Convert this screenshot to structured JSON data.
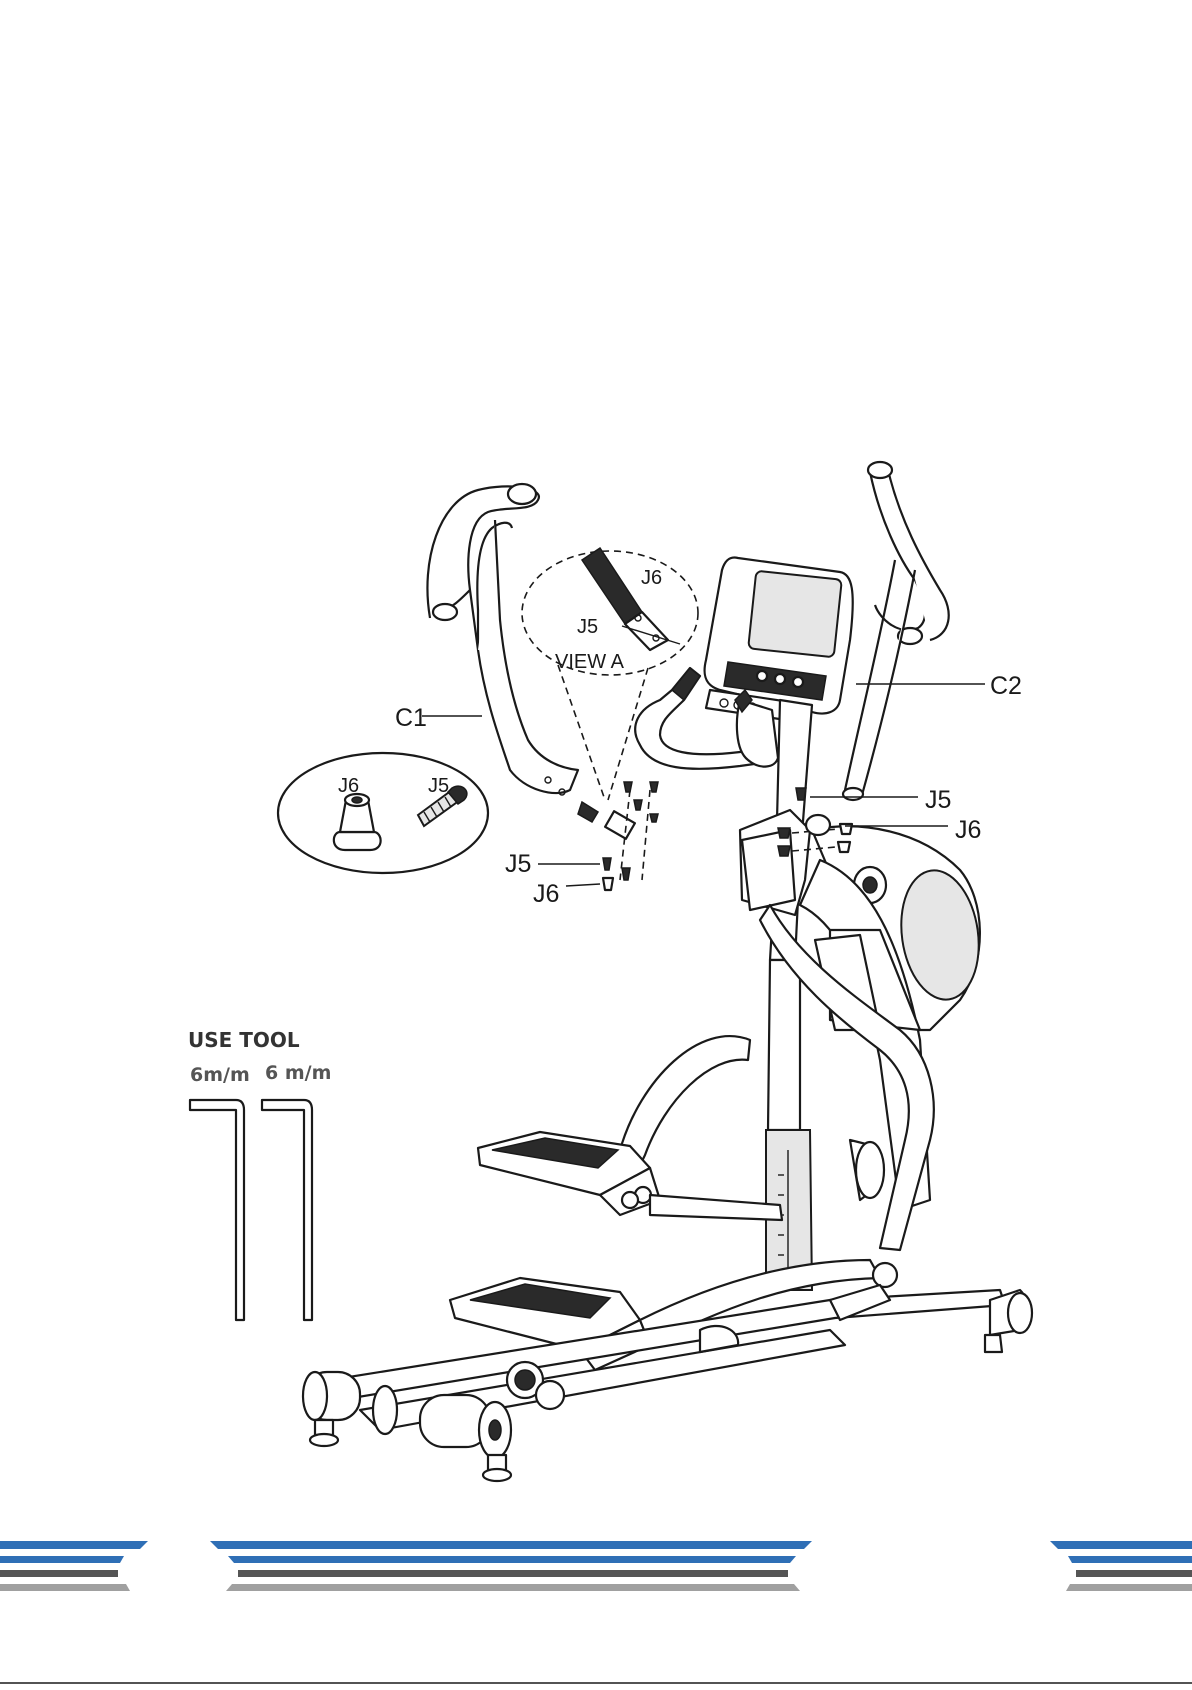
{
  "callouts": {
    "c1": "C1",
    "c2": "C2",
    "j5_right": "J5",
    "j6_right": "J6",
    "j5_left": "J5",
    "j6_left": "J6"
  },
  "view_a": {
    "label": "VIEW A",
    "j6": "J6",
    "j5": "J5"
  },
  "hardware_legend": {
    "j6": "J6",
    "j5": "J5"
  },
  "tools": {
    "title": "USE TOOL",
    "sizes": [
      "6m/m",
      "6 m/m"
    ]
  },
  "footer": {
    "colors": {
      "blue": "#2f6fb6",
      "dark_grey": "#555555",
      "light_grey": "#a0a0a0"
    }
  }
}
